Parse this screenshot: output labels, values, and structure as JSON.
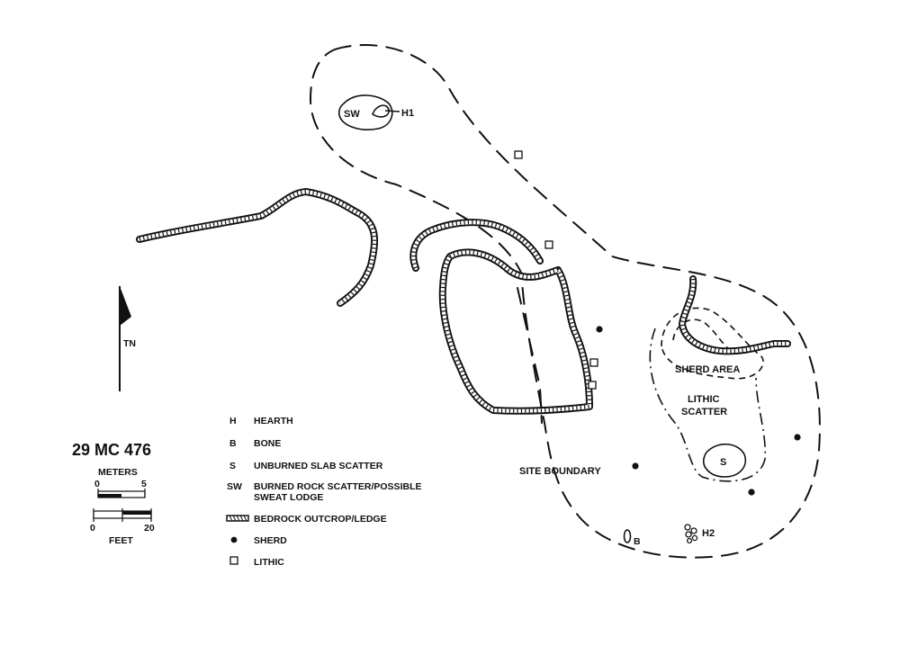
{
  "site_number": "29 MC 476",
  "north_label": "TN",
  "scale": {
    "meters_label": "METERS",
    "meters_ticks": [
      "0",
      "5"
    ],
    "feet_label": "FEET",
    "feet_ticks": [
      "0",
      "20"
    ]
  },
  "legend": [
    {
      "symbol": "H",
      "text": "HEARTH"
    },
    {
      "symbol": "B",
      "text": "BONE"
    },
    {
      "symbol": "S",
      "text": "UNBURNED SLAB SCATTER"
    },
    {
      "symbol": "SW",
      "text": "BURNED ROCK SCATTER/POSSIBLE",
      "text2": "SWEAT LODGE"
    },
    {
      "symbol": "ledge-icon",
      "text": "BEDROCK OUTCROP/LEDGE"
    },
    {
      "symbol": "sherd-dot-icon",
      "text": "SHERD"
    },
    {
      "symbol": "lithic-square-icon",
      "text": "LITHIC"
    }
  ],
  "features": {
    "sw": "SW",
    "h1": "H1",
    "h2": "H2",
    "b": "B",
    "s": "S",
    "sherd_area": "SHERD AREA",
    "lithic_scatter_1": "LITHIC",
    "lithic_scatter_2": "SCATTER",
    "site_boundary": "SITE BOUNDARY"
  },
  "colors": {
    "ink": "#111111",
    "paper": "#ffffff"
  }
}
